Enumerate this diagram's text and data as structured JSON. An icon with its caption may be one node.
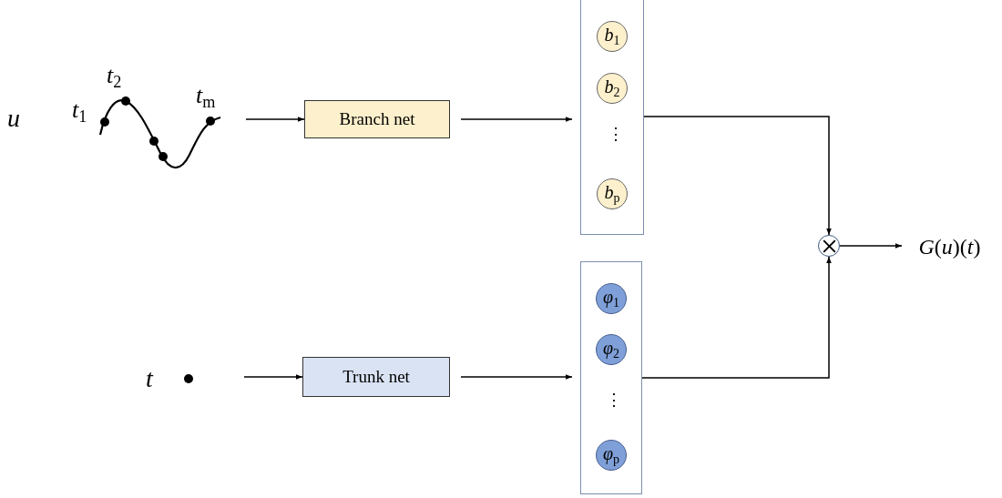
{
  "diagram": {
    "nodes": [
      {
        "text": [
          "Branch net"
        ]
      },
      {
        "text": [],
        "shape": "box"
      },
      {
        "text": [
          "*b*$_{1}$"
        ],
        "in": 1
      },
      {
        "text": [
          "*b*$_{2}$"
        ],
        "in": 1
      },
      {
        "text": [
          "*b*$_{p}$"
        ],
        "in": 1
      },
      {
        "text": [
          "Trunk net"
        ]
      },
      {
        "text": [],
        "shape": "box"
      },
      {
        "text": [
          "*φ*$_{1}$"
        ],
        "in": 6
      },
      {
        "text": [
          "*φ*$_{2}$"
        ],
        "in": 6
      },
      {
        "text": [
          "*φ*$_{p}$"
        ],
        "in": 6
      },
      {
        "text": [],
        "shape": "circle"
      },
      {
        "text": [
          "*G*(*u*)(*t*)"
        ]
      }
    ],
    "edges": [
      {
        "from": null,
        "to": 0,
        "arrow": "to"
      },
      {
        "from": 0,
        "to": 1,
        "arrow": "to"
      },
      {
        "from": 1,
        "to": 10,
        "arrow": "to"
      },
      {
        "from": null,
        "to": 5,
        "arrow": "to"
      },
      {
        "from": 5,
        "to": 6,
        "arrow": "to"
      },
      {
        "from": 6,
        "to": 10,
        "arrow": "to"
      },
      {
        "from": 10,
        "to": 11,
        "arrow": "to"
      }
    ],
    "labels": [
      "*t*$_{2}$",
      "*u*",
      "*t*$_{1}$",
      "*t*$_{m}$",
      "⋮",
      "⋮",
      "*t*"
    ]
  }
}
